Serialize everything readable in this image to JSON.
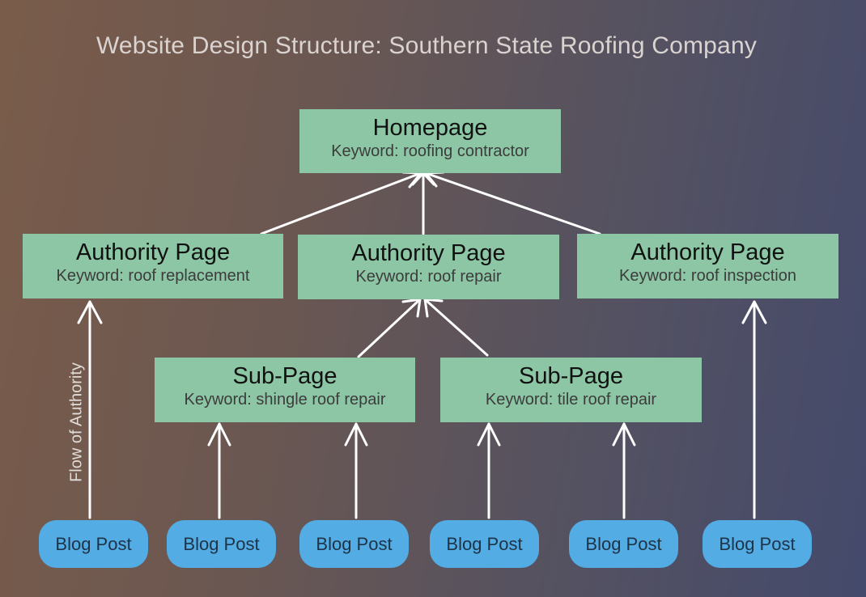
{
  "title": "Website Design Structure: Southern State Roofing Company",
  "nodes": {
    "homepage": {
      "heading": "Homepage",
      "keyword": "Keyword: roofing contractor"
    },
    "authority_replacement": {
      "heading": "Authority Page",
      "keyword": "Keyword: roof replacement"
    },
    "authority_repair": {
      "heading": "Authority Page",
      "keyword": "Keyword: roof repair"
    },
    "authority_inspection": {
      "heading": "Authority Page",
      "keyword": "Keyword: roof inspection"
    },
    "sub_shingle": {
      "heading": "Sub-Page",
      "keyword": "Keyword: shingle roof repair"
    },
    "sub_tile": {
      "heading": "Sub-Page",
      "keyword": "Keyword: tile roof repair"
    }
  },
  "blog_posts": [
    "Blog Post",
    "Blog Post",
    "Blog Post",
    "Blog Post",
    "Blog Post",
    "Blog Post"
  ],
  "flow_label": "Flow of Authority",
  "colors": {
    "page_box": "#8cc6a5",
    "blog_box": "#53ace4",
    "arrow": "#ffffff"
  }
}
